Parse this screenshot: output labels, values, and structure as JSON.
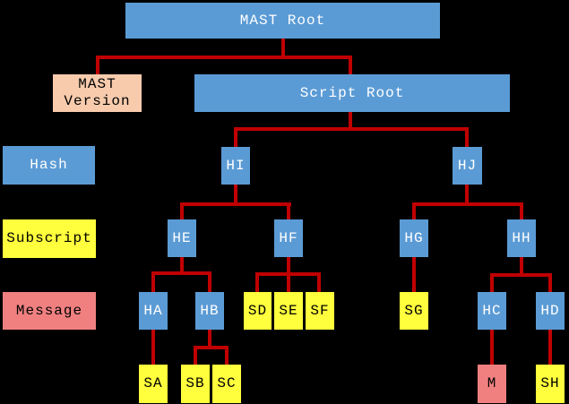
{
  "colors": {
    "background": "#000000",
    "hash": "#5b9bd5",
    "subscript": "#ffff3d",
    "message": "#f08080",
    "version": "#f8cbad",
    "connector": "#c00000"
  },
  "legend": {
    "hash": "Hash",
    "subscript": "Subscript",
    "message": "Message"
  },
  "nodes": {
    "mast_root": "MAST Root",
    "mast_version": "MAST Version",
    "script_root": "Script Root",
    "hi": "HI",
    "hj": "HJ",
    "he": "HE",
    "hf": "HF",
    "hg": "HG",
    "hh": "HH",
    "ha": "HA",
    "hb": "HB",
    "sd": "SD",
    "se": "SE",
    "sf": "SF",
    "sg": "SG",
    "hc": "HC",
    "hd": "HD",
    "sa": "SA",
    "sb": "SB",
    "sc": "SC",
    "m": "M",
    "sh": "SH"
  }
}
